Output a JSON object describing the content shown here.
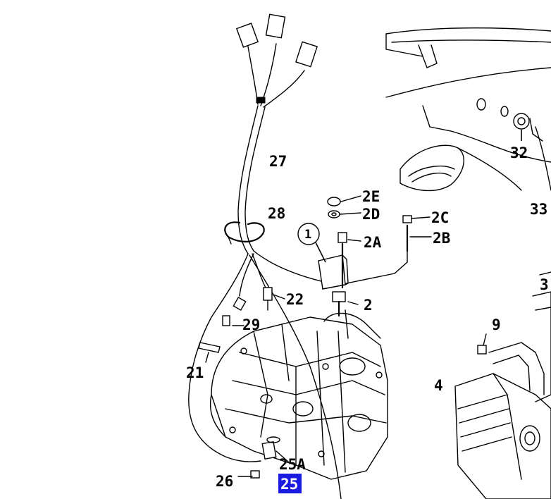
{
  "callouts": {
    "c27": "27",
    "c28": "28",
    "c1": "1",
    "c2E": "2E",
    "c2D": "2D",
    "c2A": "2A",
    "c2C": "2C",
    "c2B": "2B",
    "c2": "2",
    "c22": "22",
    "c29": "29",
    "c21": "21",
    "c9": "9",
    "c4": "4",
    "c32": "32",
    "c33": "33",
    "c3": "3",
    "c25A": "25A",
    "c25": "25",
    "c26": "26"
  },
  "highlight": {
    "callout": "25",
    "color": "#1a1ae0"
  }
}
